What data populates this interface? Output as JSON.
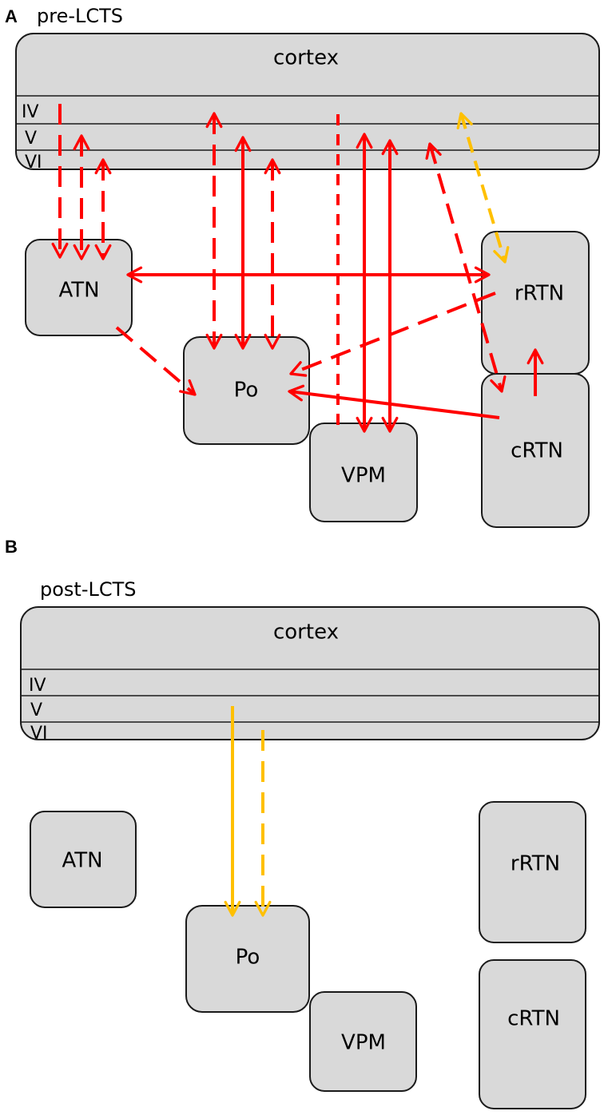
{
  "colors": {
    "red": "#ff0000",
    "yellow": "#ffc000",
    "box_fill": "#d9d9d9",
    "box_stroke": "#1a1a1a"
  },
  "panel_a": {
    "letter": "A",
    "condition": "pre-LCTS",
    "cortex": "cortex",
    "layers": [
      "IV",
      "V",
      "VI"
    ],
    "nuclei": {
      "atn": "ATN",
      "po": "Po",
      "vpm": "VPM",
      "rrtn": "rRTN",
      "crtn": "cRTN"
    }
  },
  "panel_b": {
    "letter": "B",
    "condition": "post-LCTS",
    "cortex": "cortex",
    "layers": [
      "IV",
      "V",
      "VI"
    ],
    "nuclei": {
      "atn": "ATN",
      "po": "Po",
      "vpm": "VPM",
      "rrtn": "rRTN",
      "crtn": "cRTN"
    }
  }
}
